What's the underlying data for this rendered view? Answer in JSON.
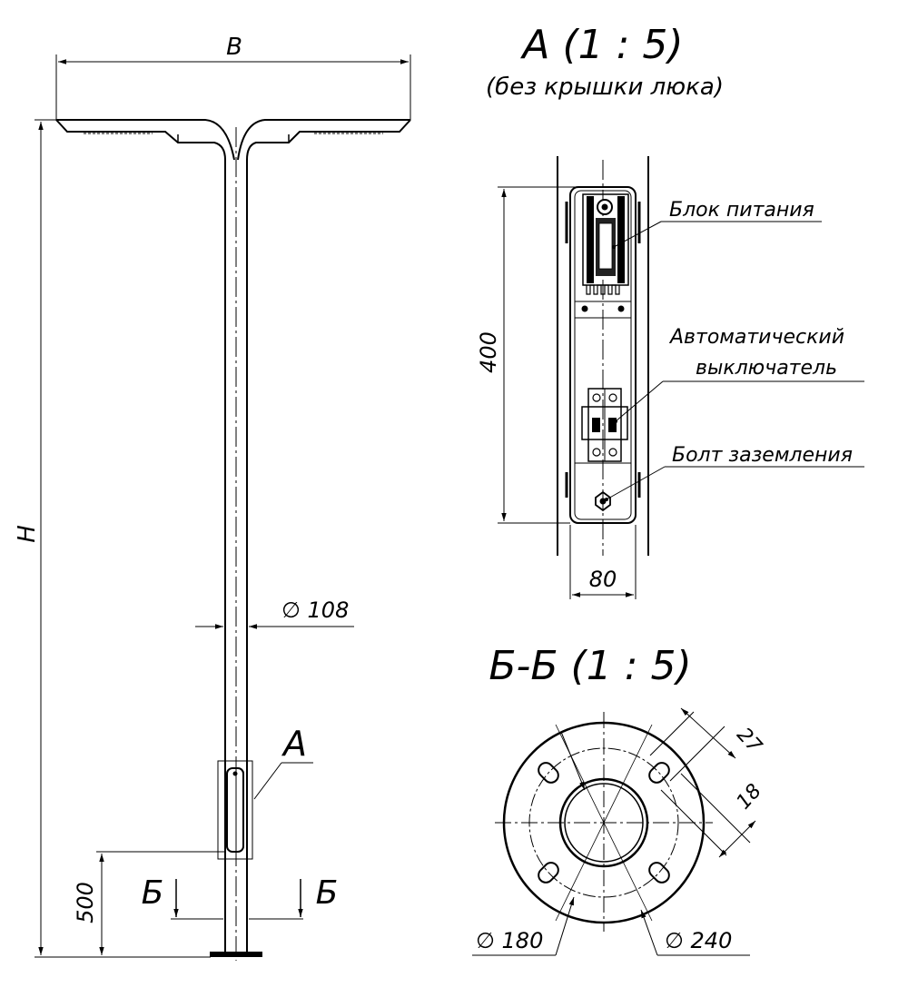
{
  "main_view": {
    "width_dim": "B",
    "height_dim": "H",
    "pole_diameter": "∅ 108",
    "base_height": "500",
    "view_callout": "A",
    "section_left": "Б",
    "section_right": "Б"
  },
  "detail_a": {
    "title": "A (1 : 5)",
    "subtitle": "(без крышки люка)",
    "height_dim": "400",
    "width_dim": "80",
    "callouts": {
      "power_unit": "Блок питания",
      "breaker_line1": "Автоматический",
      "breaker_line2": "выключатель",
      "ground_bolt": "Болт заземления"
    }
  },
  "section_bb": {
    "title": "Б-Б (1 : 5)",
    "dim_27": "27",
    "dim_18": "18",
    "inner_diameter": "∅ 180",
    "outer_diameter": "∅ 240"
  }
}
